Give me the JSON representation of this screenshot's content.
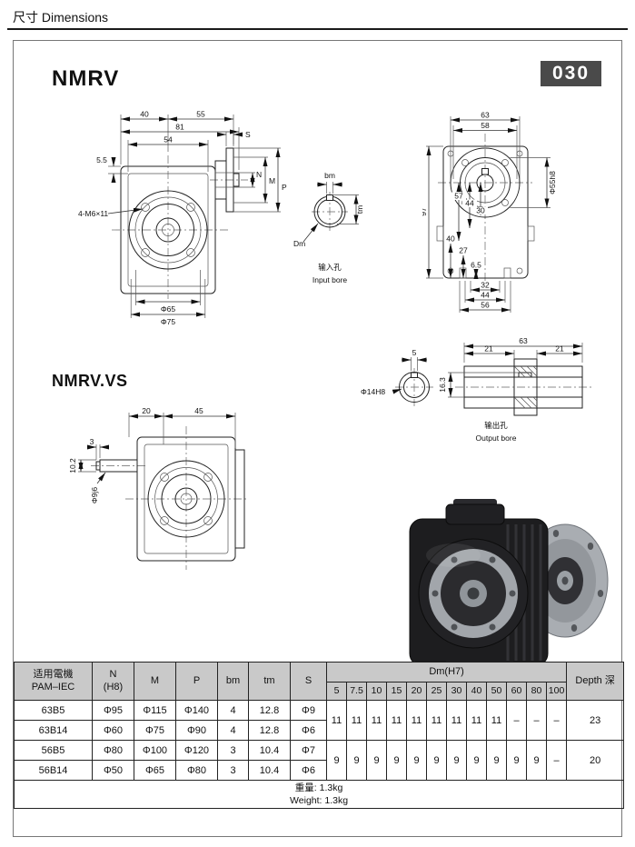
{
  "page": {
    "header_title": "尺寸 Dimensions",
    "model": "NMRV",
    "model_vs": "NMRV.VS",
    "size_badge": "030"
  },
  "colors": {
    "badge_bg": "#4a4a4a",
    "table_header_bg": "#c9c9c9",
    "line_color": "#222222"
  },
  "drawings": {
    "side_view": {
      "d40": "40",
      "d55": "55",
      "d81": "81",
      "d54": "54",
      "d5_5": "5.5",
      "s": "S",
      "n": "N",
      "m": "M",
      "p": "P",
      "bolt_note": "4-M6×11",
      "phi65": "Φ65",
      "phi75": "Φ75"
    },
    "input_bore": {
      "bm": "bm",
      "tm": "tm",
      "dm": "Dm",
      "label_cn": "输入孔",
      "label_en": "Input bore"
    },
    "front_view": {
      "d63": "63",
      "d58": "58",
      "d97": "97",
      "d57": "57",
      "d44": "44",
      "d30": "30",
      "d40": "40",
      "d27": "27",
      "d6_5": "6.5",
      "phi55": "Φ55h8",
      "b32": "32",
      "b44": "44",
      "b56": "56"
    },
    "output_bore": {
      "d5": "5",
      "phi14": "Φ14H8",
      "d63": "63",
      "d21a": "21",
      "d21b": "21",
      "d16_3": "16.3",
      "label_cn": "输出孔",
      "label_en": "Output bore"
    },
    "vs_view": {
      "d20": "20",
      "d45": "45",
      "d3": "3",
      "d10_2": "10.2",
      "phi9": "Φ9j6"
    }
  },
  "table": {
    "headers": {
      "pam": "适用電機\nPAM–IEC",
      "n": "N\n(H8)",
      "m": "M",
      "p": "P",
      "bm": "bm",
      "tm": "tm",
      "s": "S",
      "dm": "Dm(H7)",
      "dm_cols": [
        "5",
        "7.5",
        "10",
        "15",
        "20",
        "25",
        "30",
        "40",
        "50",
        "60",
        "80",
        "100"
      ],
      "depth": "Depth 深"
    },
    "rows": [
      {
        "pam": "63B5",
        "n": "Φ95",
        "m": "Φ115",
        "p": "Φ140",
        "bm": "4",
        "tm": "12.8",
        "s": "Φ9"
      },
      {
        "pam": "63B14",
        "n": "Φ60",
        "m": "Φ75",
        "p": "Φ90",
        "bm": "4",
        "tm": "12.8",
        "s": "Φ6"
      },
      {
        "pam": "56B5",
        "n": "Φ80",
        "m": "Φ100",
        "p": "Φ120",
        "bm": "3",
        "tm": "10.4",
        "s": "Φ7"
      },
      {
        "pam": "56B14",
        "n": "Φ50",
        "m": "Φ65",
        "p": "Φ80",
        "bm": "3",
        "tm": "10.4",
        "s": "Φ6"
      }
    ],
    "dm_groups": [
      {
        "values": [
          "11",
          "11",
          "11",
          "11",
          "11",
          "11",
          "11",
          "11",
          "11",
          "–",
          "–",
          "–"
        ],
        "depth": "23"
      },
      {
        "values": [
          "9",
          "9",
          "9",
          "9",
          "9",
          "9",
          "9",
          "9",
          "9",
          "9",
          "9",
          "–"
        ],
        "depth": "20"
      }
    ],
    "footer_weight": "重量: 1.3kg\nWeight: 1.3kg"
  }
}
